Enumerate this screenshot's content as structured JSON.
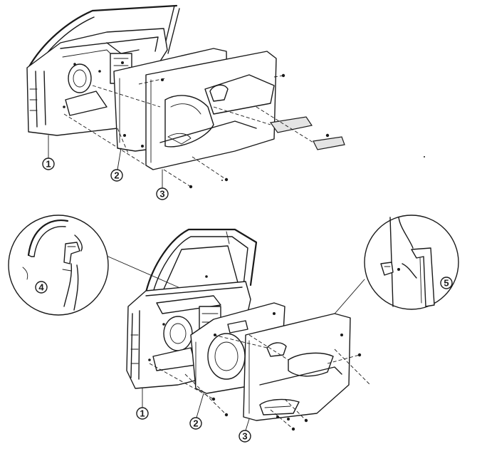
{
  "callouts": {
    "front_door_frame": "1",
    "front_door_shield": "2",
    "front_door_trim": "3",
    "rear_door_frame": "1",
    "rear_door_shield": "2",
    "rear_door_trim": "3",
    "detail_weatherstrip": "4",
    "detail_trim_clip": "5"
  }
}
